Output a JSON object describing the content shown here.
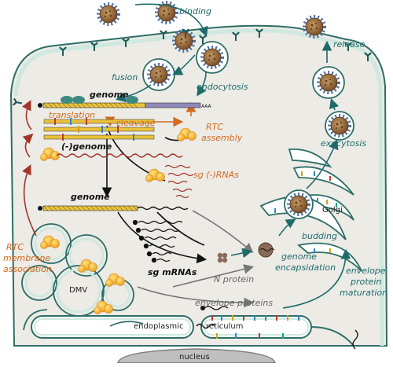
{
  "labels": {
    "binding": "binding",
    "fusion": "fusion",
    "endocytosis": "endocytosis",
    "release": "release",
    "genome_top": "genome",
    "translation": "translation",
    "cleavage": "cleavage",
    "rtc_assembly_1": "RTC",
    "rtc_assembly_2": "assembly",
    "neg_genome": "(-)genome",
    "sg_neg_rnas": "sg (-)RNAs",
    "genome_mid": "genome",
    "exocytosis": "exocytosis",
    "golgi": "Golgi",
    "budding": "budding",
    "rtc_membrane_1": "RTC",
    "rtc_membrane_2": "membrane",
    "rtc_membrane_3": "association",
    "dmv": "DMV",
    "sg_mrnas": "sg mRNAs",
    "n_protein": "N protein",
    "genome_encap_1": "genome",
    "genome_encap_2": "encapsidation",
    "envelope_proteins": "envelope proteins",
    "env_maturation_1": "envelope",
    "env_maturation_2": "protein",
    "env_maturation_3": "maturation",
    "endoplasmic": "endoplasmic",
    "reticulum": "reticulum",
    "nucleus": "nucleus",
    "aaa": "AAA"
  },
  "colors": {
    "membrane": "#cfe8e0",
    "membrane_edge": "#2d6e67",
    "cytoplasm": "#ecebe6",
    "teal_label": "#1e6b6a",
    "orange_label": "#d46a1f",
    "red_arrow": "#a3362a",
    "virion": "#9a6b3e",
    "gray_arrow": "#777777"
  },
  "icons": [
    "virion-icon",
    "receptor-icon",
    "rtc-complex-icon",
    "n-protein-icon"
  ]
}
